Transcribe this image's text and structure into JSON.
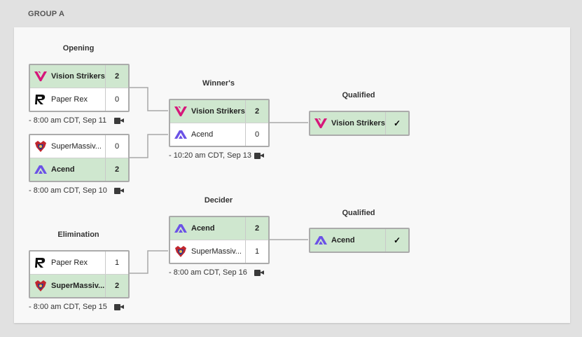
{
  "group_title": "GROUP A",
  "rounds": {
    "opening": "Opening",
    "winners": "Winner's",
    "qualified_top": "Qualified",
    "decider": "Decider",
    "qualified_bottom": "Qualified",
    "elimination": "Elimination"
  },
  "matches": {
    "opening1": {
      "teams": [
        {
          "name": "Vision Strikers",
          "score": "2",
          "logo": "vision-strikers-logo"
        },
        {
          "name": "Paper Rex",
          "score": "0",
          "logo": "paper-rex-logo"
        }
      ],
      "time": "-  8:00 am CDT, Sep 11"
    },
    "opening2": {
      "teams": [
        {
          "name": "SuperMassiv...",
          "score": "0",
          "logo": "supermassive-logo"
        },
        {
          "name": "Acend",
          "score": "2",
          "logo": "acend-logo"
        }
      ],
      "time": "-  8:00 am CDT, Sep 10"
    },
    "winners": {
      "teams": [
        {
          "name": "Vision Strikers",
          "score": "2",
          "logo": "vision-strikers-logo"
        },
        {
          "name": "Acend",
          "score": "0",
          "logo": "acend-logo"
        }
      ],
      "time": "-  10:20 am CDT, Sep 13"
    },
    "elimination": {
      "teams": [
        {
          "name": "Paper Rex",
          "score": "1",
          "logo": "paper-rex-logo"
        },
        {
          "name": "SuperMassiv...",
          "score": "2",
          "logo": "supermassive-logo"
        }
      ],
      "time": "-  8:00 am CDT, Sep 15"
    },
    "decider": {
      "teams": [
        {
          "name": "Acend",
          "score": "2",
          "logo": "acend-logo"
        },
        {
          "name": "SuperMassiv...",
          "score": "1",
          "logo": "supermassive-logo"
        }
      ],
      "time": "-  8:00 am CDT, Sep 16"
    }
  },
  "qualified": {
    "top": {
      "name": "Vision Strikers",
      "mark": "✓",
      "logo": "vision-strikers-logo"
    },
    "bottom": {
      "name": "Acend",
      "mark": "✓",
      "logo": "acend-logo"
    }
  },
  "colors": {
    "winner_row": "#cfe7cf",
    "vision_strikers": "#d6187a",
    "acend": "#6b52e6",
    "supermassive": "#c0262e",
    "border": "#ababab"
  }
}
